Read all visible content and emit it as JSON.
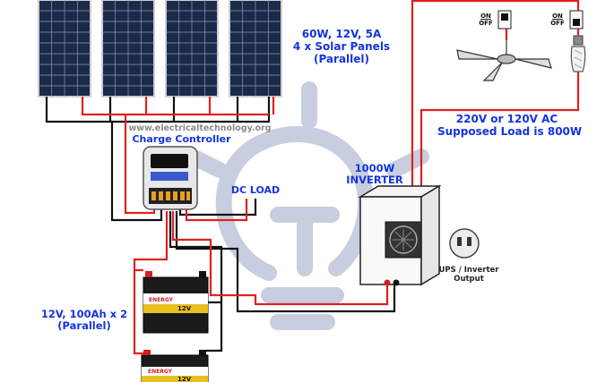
{
  "panels": {
    "spec": "60W, 12V, 5A",
    "count": "4 x Solar Panels",
    "connection": "(Parallel)"
  },
  "website": "www.electricaltechnology.org",
  "charge_controller": {
    "title": "Charge Controller"
  },
  "dc_load": "DC LOAD",
  "inverter": {
    "line1": "1000W",
    "line2": "INVERTER"
  },
  "ac_load": {
    "voltage": "220V or 120V AC",
    "supposed": "Supposed Load is 800W"
  },
  "switches": {
    "on": "ON",
    "off": "OFF"
  },
  "ups": {
    "line1": "UPS / Inverter",
    "line2": "Output"
  },
  "batteries": {
    "spec": "12V, 100Ah x 2",
    "connection": "(Parallel)",
    "label_voltage": "12V",
    "brand": "ENERGY"
  },
  "colors": {
    "label_blue": "#1434e0",
    "wire_red": "#e02020",
    "wire_black": "#111111",
    "panel_cell": "#1c2a4a",
    "watermark": "#c8cde0"
  }
}
